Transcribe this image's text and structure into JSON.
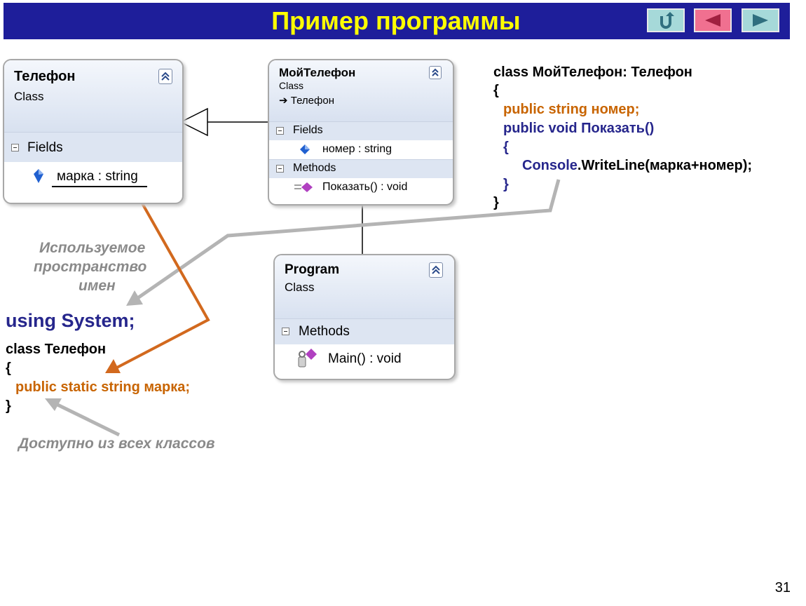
{
  "title": "Пример программы",
  "nav": {
    "back_icon": "return-arrow-icon",
    "prev_icon": "triangle-left-icon",
    "next_icon": "triangle-right-icon"
  },
  "classes": {
    "telefon": {
      "name": "Телефон",
      "stereotype": "Class",
      "fields_label": "Fields",
      "field": "марка : string"
    },
    "moy_telefon": {
      "name": "МойТелефон",
      "stereotype": "Class",
      "base": "Телефон",
      "fields_label": "Fields",
      "field": "номер : string",
      "methods_label": "Methods",
      "method": "Показать() : void"
    },
    "program": {
      "name": "Program",
      "stereotype": "Class",
      "methods_label": "Methods",
      "method": "Main() : void"
    }
  },
  "code_right": {
    "line1": "class МойТелефон: Телефон",
    "line2": "{",
    "line3": "public string номер;",
    "line4": "public void Показать()",
    "line5": "{",
    "line6_a": "Console",
    "line6_b": ".WriteLine(марка+номер);",
    "line7": "}",
    "line8": "}"
  },
  "code_left": {
    "using": "using System;",
    "line1": "class Телефон",
    "line2": "{",
    "line3": "public static string марка;",
    "line4": "}"
  },
  "annotations": {
    "namespace_1": "Используемое",
    "namespace_2": "пространство",
    "namespace_3": "имен",
    "accessible": "Доступно из всех классов"
  },
  "colors": {
    "title_bg": "#1e1e9a",
    "title_text": "#ffff00",
    "code_orange": "#c86400",
    "code_blue": "#26268c",
    "arrow_orange": "#d2691e",
    "arrow_gray": "#b4b4b4"
  },
  "page_number": "31"
}
